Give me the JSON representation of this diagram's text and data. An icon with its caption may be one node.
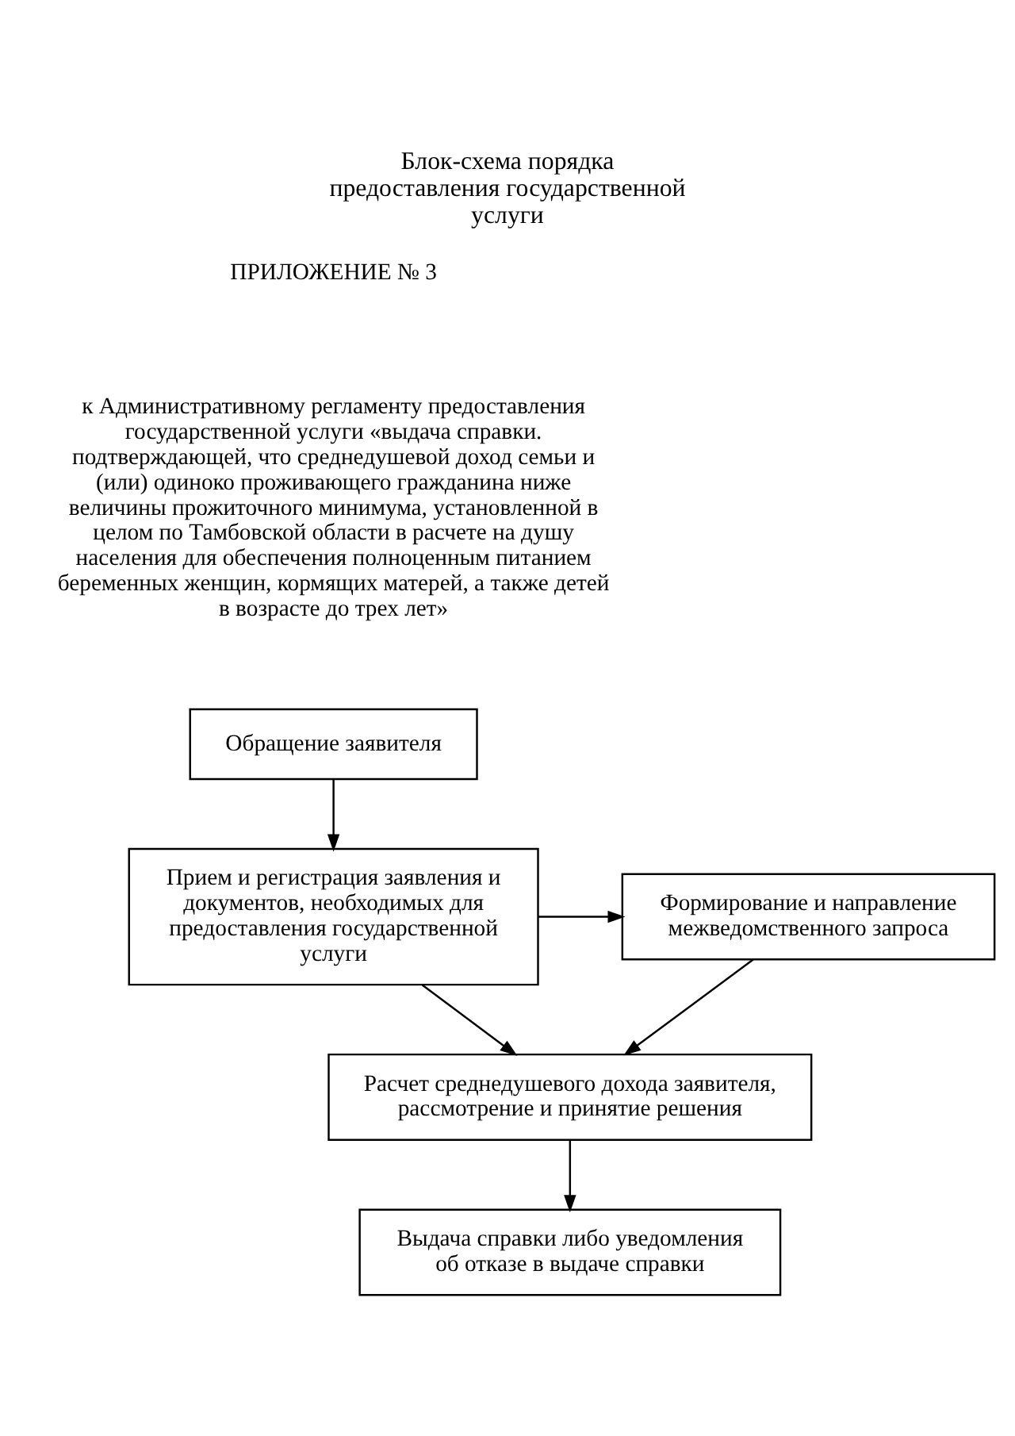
{
  "diagram": {
    "title": "Блок-схема порядка предоставления государственной услуги",
    "nodes": [
      {
        "text": [
          "Обращение заявителя"
        ]
      },
      {
        "text": [
          "Прием и регистрация заявления и документов, необходимых для предоставления государственной услуги"
        ]
      },
      {
        "text": [
          "Формирование и направление межведомственного запроса"
        ]
      },
      {
        "text": [
          "Расчет среднедушевого дохода заявителя, рассмотрение и принятие решения"
        ]
      },
      {
        "text": [
          "Выдача справки либо уведомления об отказе в выдаче справки"
        ]
      }
    ],
    "edges": [
      {
        "from": 0,
        "to": 1,
        "arrow": "to"
      },
      {
        "from": 1,
        "to": 2,
        "arrow": "to"
      },
      {
        "from": 1,
        "to": 3,
        "arrow": "to"
      },
      {
        "from": 2,
        "to": 3,
        "arrow": "to"
      },
      {
        "from": 3,
        "to": 4,
        "arrow": "to"
      }
    ],
    "labels": [
      "ПРИЛОЖЕНИЕ № 3",
      "к Административному регламенту предоставления государственной услуги «выдача справки. подтверждающей, что среднедушевой доход семьи и (или) одиноко проживающего гражданина ниже величины прожиточного минимума, установленной в целом по Тамбовской области в расчете на душу населения для обеспечения полноценным питанием беременных женщин, кормящих матерей, а также детей в возрасте до трех лет»"
    ]
  }
}
